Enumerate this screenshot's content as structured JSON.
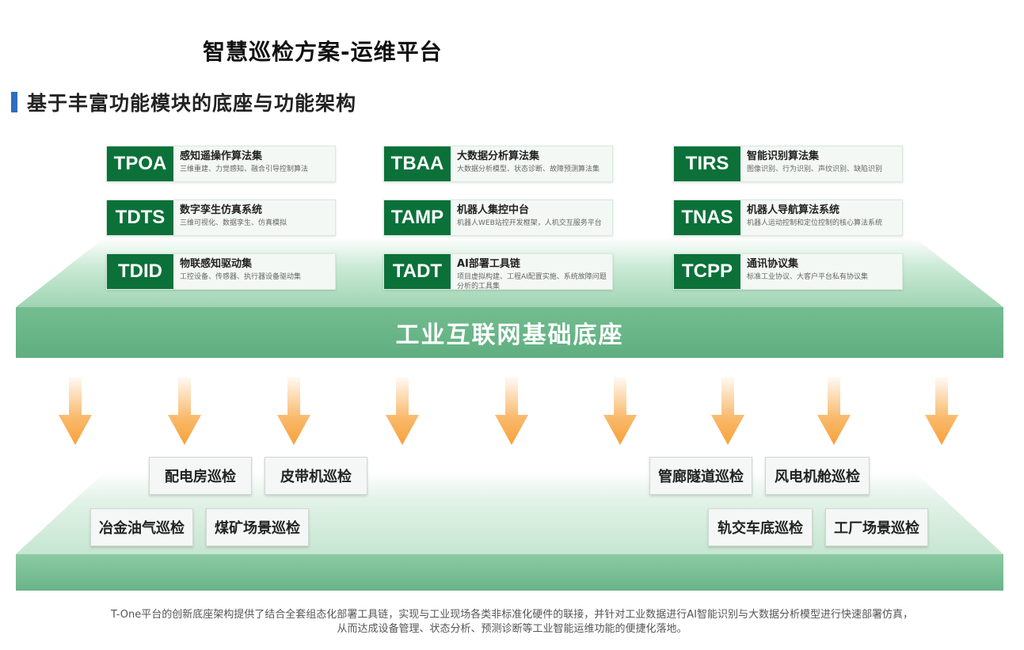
{
  "header": {
    "title": "智慧巡检方案-运维平台",
    "section_title": "基于丰富功能模块的底座与功能架构"
  },
  "colors": {
    "code_green": "#0b7139",
    "platform_green": "#5fae80",
    "arrow_orange": "#f7a23a",
    "section_bar_blue": "#2f6fbd"
  },
  "modules": [
    {
      "code": "TPOA",
      "name": "感知遥操作算法集",
      "desc": "三维重建、力觉感知、融合引导控制算法"
    },
    {
      "code": "TBAA",
      "name": "大数据分析算法集",
      "desc": "大数据分析模型、状态诊断、故障预测算法集"
    },
    {
      "code": "TIRS",
      "name": "智能识别算法集",
      "desc": "图像识别、行为识别、声纹识别、缺陷识别"
    },
    {
      "code": "TDTS",
      "name": "数字孪生仿真系统",
      "desc": "三维可视化、数据孪生、仿真模拟"
    },
    {
      "code": "TAMP",
      "name": "机器人集控中台",
      "desc": "机器人WEB站控开发框架，人机交互服务平台"
    },
    {
      "code": "TNAS",
      "name": "机器人导航算法系统",
      "desc": "机器人运动控制和定位控制的核心算法系统"
    },
    {
      "code": "TDID",
      "name": "物联感知驱动集",
      "desc": "工控设备、传感器、执行器设备驱动集"
    },
    {
      "code": "TADT",
      "name": "AI部署工具链",
      "desc": "项目虚拟构建、工程AI配置实施、系统故障问题分析的工具集"
    },
    {
      "code": "TCPP",
      "name": "通讯协议集",
      "desc": "标准工业协议、大客户平台私有协议集"
    }
  ],
  "platform": {
    "label": "工业互联网基础底座"
  },
  "scenes": {
    "upper": [
      "配电房巡检",
      "皮带机巡检",
      "管廊隧道巡检",
      "风电机舱巡检"
    ],
    "lower": [
      "冶金油气巡检",
      "煤矿场景巡检",
      "轨交车底巡检",
      "工厂场景巡检"
    ]
  },
  "footer": {
    "line1": "T-One平台的创新底座架构提供了结合全套组态化部署工具链，实现与工业现场各类非标准化硬件的联接，并针对工业数据进行AI智能识别与大数据分析模型进行快速部署仿真，",
    "line2": "从而达成设备管理、状态分析、预测诊断等工业智能运维功能的便捷化落地。"
  }
}
